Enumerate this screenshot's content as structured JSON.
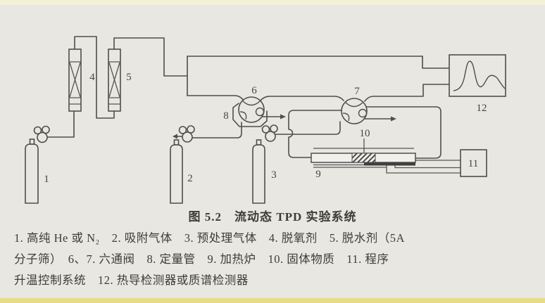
{
  "page": {
    "paper_color": "#e8e7e2",
    "ink_color": "#4e4e4c",
    "top_strip_color": "#f5f1d7",
    "bottom_strip_color": "#e7dd86"
  },
  "figure": {
    "title": "图 5.2　流动态 TPD 实验系统",
    "legend_lines": [
      "1. 高纯 He 或 N₂　2. 吸附气体　3. 预处理气体　4. 脱氧剂　5. 脱水剂（5A",
      "分子筛）　6、7. 六通阀　8. 定量管　9. 加热炉　10. 固体物质　11. 程序",
      "升温控制系统　12. 热导检测器或质谱检测器"
    ]
  },
  "diagram": {
    "component_labels": {
      "cylinder1": "1",
      "cylinder2": "2",
      "cylinder3": "3",
      "column4": "4",
      "column5": "5",
      "valve6": "6",
      "valve7": "7",
      "loop8": "8",
      "furnace9": "9",
      "sample10": "10",
      "controller11": "11",
      "detector12": "12"
    }
  }
}
